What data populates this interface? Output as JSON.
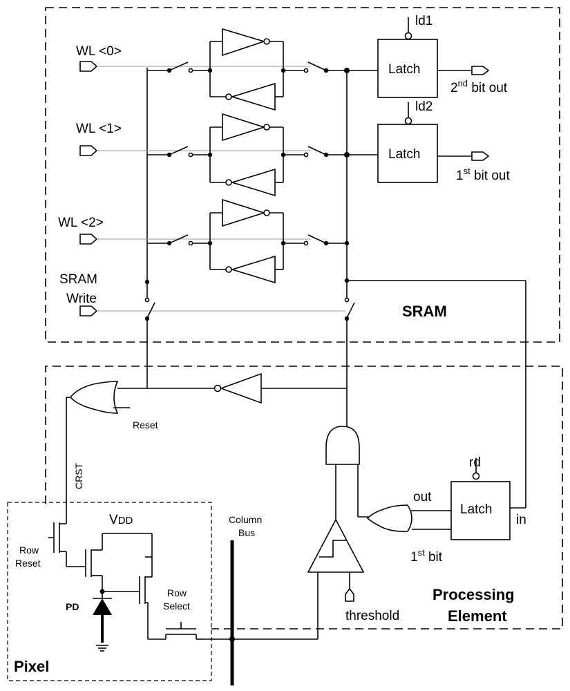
{
  "sram": {
    "title": "SRAM",
    "wordlines": [
      "WL <0>",
      "WL <1>",
      "WL <2>"
    ],
    "write_line_1": "SRAM",
    "write_line_2": "Write",
    "latch_top_label": "Latch",
    "latch_mid_label": "Latch",
    "ld1": "ld1",
    "ld2": "ld2",
    "bit2_sup": "nd",
    "bit2_suffix": " bit out",
    "bit2_num": "2",
    "bit1_num": "1",
    "bit1_sup": "st",
    "bit1_suffix": " bit out"
  },
  "pe": {
    "title_1": "Processing",
    "title_2": "Element",
    "reset": "Reset",
    "crst": "CRST",
    "latch_label": "Latch",
    "rd": "rd",
    "out": "out",
    "in": "in",
    "first_bit_num": "1",
    "first_bit_sup": "st",
    "first_bit_suffix": " bit",
    "threshold": "threshold",
    "column_bus_1": "Column",
    "column_bus_2": "Bus"
  },
  "pixel": {
    "title": "Pixel",
    "vdd_main": "V",
    "vdd_sub": "DD",
    "row_reset_1": "Row",
    "row_reset_2": "Reset",
    "row_select_1": "Row",
    "row_select_2": "Select",
    "pd": "PD"
  }
}
